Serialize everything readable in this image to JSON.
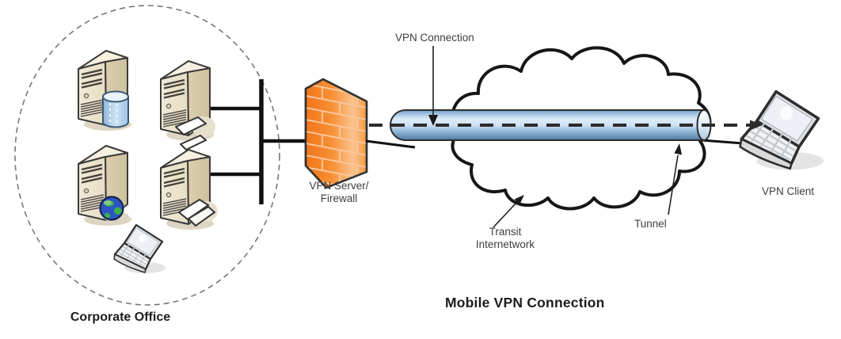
{
  "diagram": {
    "type": "network-diagram",
    "title": "Mobile VPN Connection",
    "labels": {
      "corporate_office": "Corporate Office",
      "vpn_connection": "VPN Connection",
      "vpn_server_firewall": [
        "VPN Server/",
        "Firewall"
      ],
      "transit_internetwork": [
        "Transit",
        "Internetwork"
      ],
      "tunnel": "Tunnel",
      "vpn_client": "VPN Client"
    },
    "nodes": [
      {
        "name": "corporate-office-lan",
        "icon": "dashed-ellipse-boundary",
        "contains": [
          "database-server",
          "mail-server",
          "web-server",
          "file-server",
          "workstation-laptop"
        ]
      },
      {
        "name": "network-bus",
        "icon": "bus-line"
      },
      {
        "name": "vpn-server-firewall",
        "icon": "firewall-brick-wall"
      },
      {
        "name": "transit-internetwork",
        "icon": "cloud"
      },
      {
        "name": "vpn-tunnel",
        "icon": "blue-pipe"
      },
      {
        "name": "vpn-connection",
        "icon": "dashed-arrow-line"
      },
      {
        "name": "vpn-client",
        "icon": "laptop"
      }
    ],
    "colors": {
      "firewall_orange": "#F2751B",
      "firewall_highlight": "#FBC28E",
      "tunnel_light_blue": "#DCEBF8",
      "tunnel_dark_blue": "#4E79A6",
      "server_beige": "#EFE8D5",
      "globe_blue": "#2D55C4",
      "globe_green": "#3FAE4A",
      "cloud_outline": "#161616",
      "label_gray": "#3D3D3D",
      "title_black": "#1C1C1C"
    }
  }
}
